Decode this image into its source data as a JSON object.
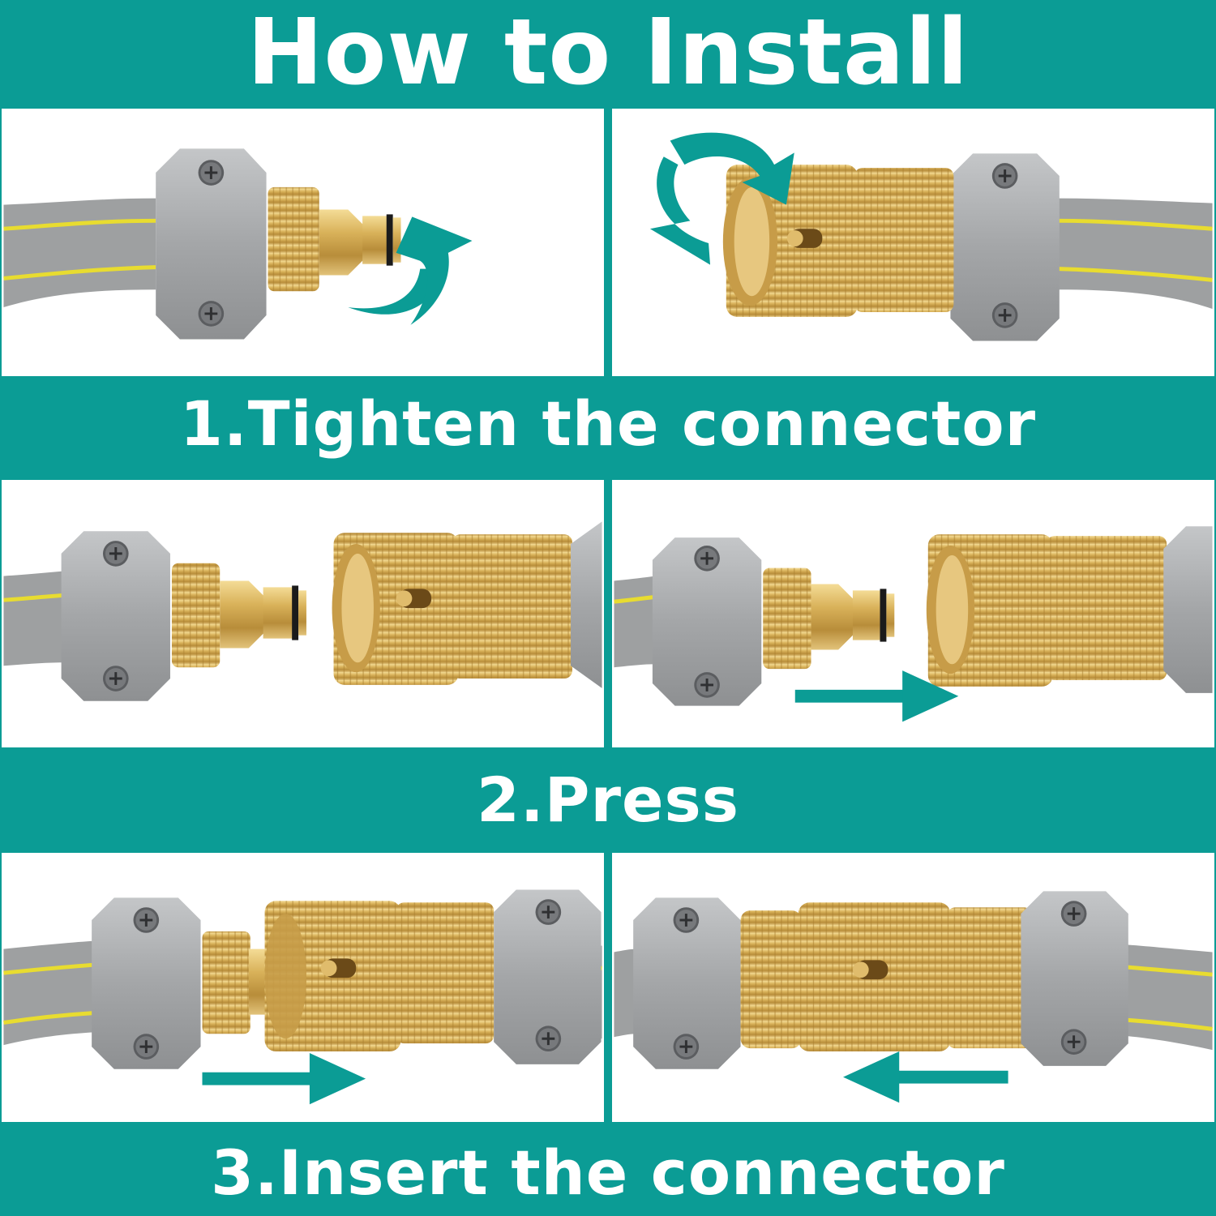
{
  "title": "How to Install",
  "steps": [
    {
      "label": "1.Tighten the connector"
    },
    {
      "label": "2.Press"
    },
    {
      "label": "3.Insert the connector"
    }
  ],
  "colors": {
    "accent": "#0b9c95",
    "hose": "#9ea0a1",
    "hose_stripe": "#e8dc30",
    "clamp": "#a9abad",
    "brass": "#d9b25a",
    "brass_dark": "#a9802f"
  },
  "icons": [
    "rotate-arrow-icon",
    "rotate-arrow-icon",
    "right-arrow-icon",
    "right-arrow-icon",
    "left-arrow-icon"
  ]
}
